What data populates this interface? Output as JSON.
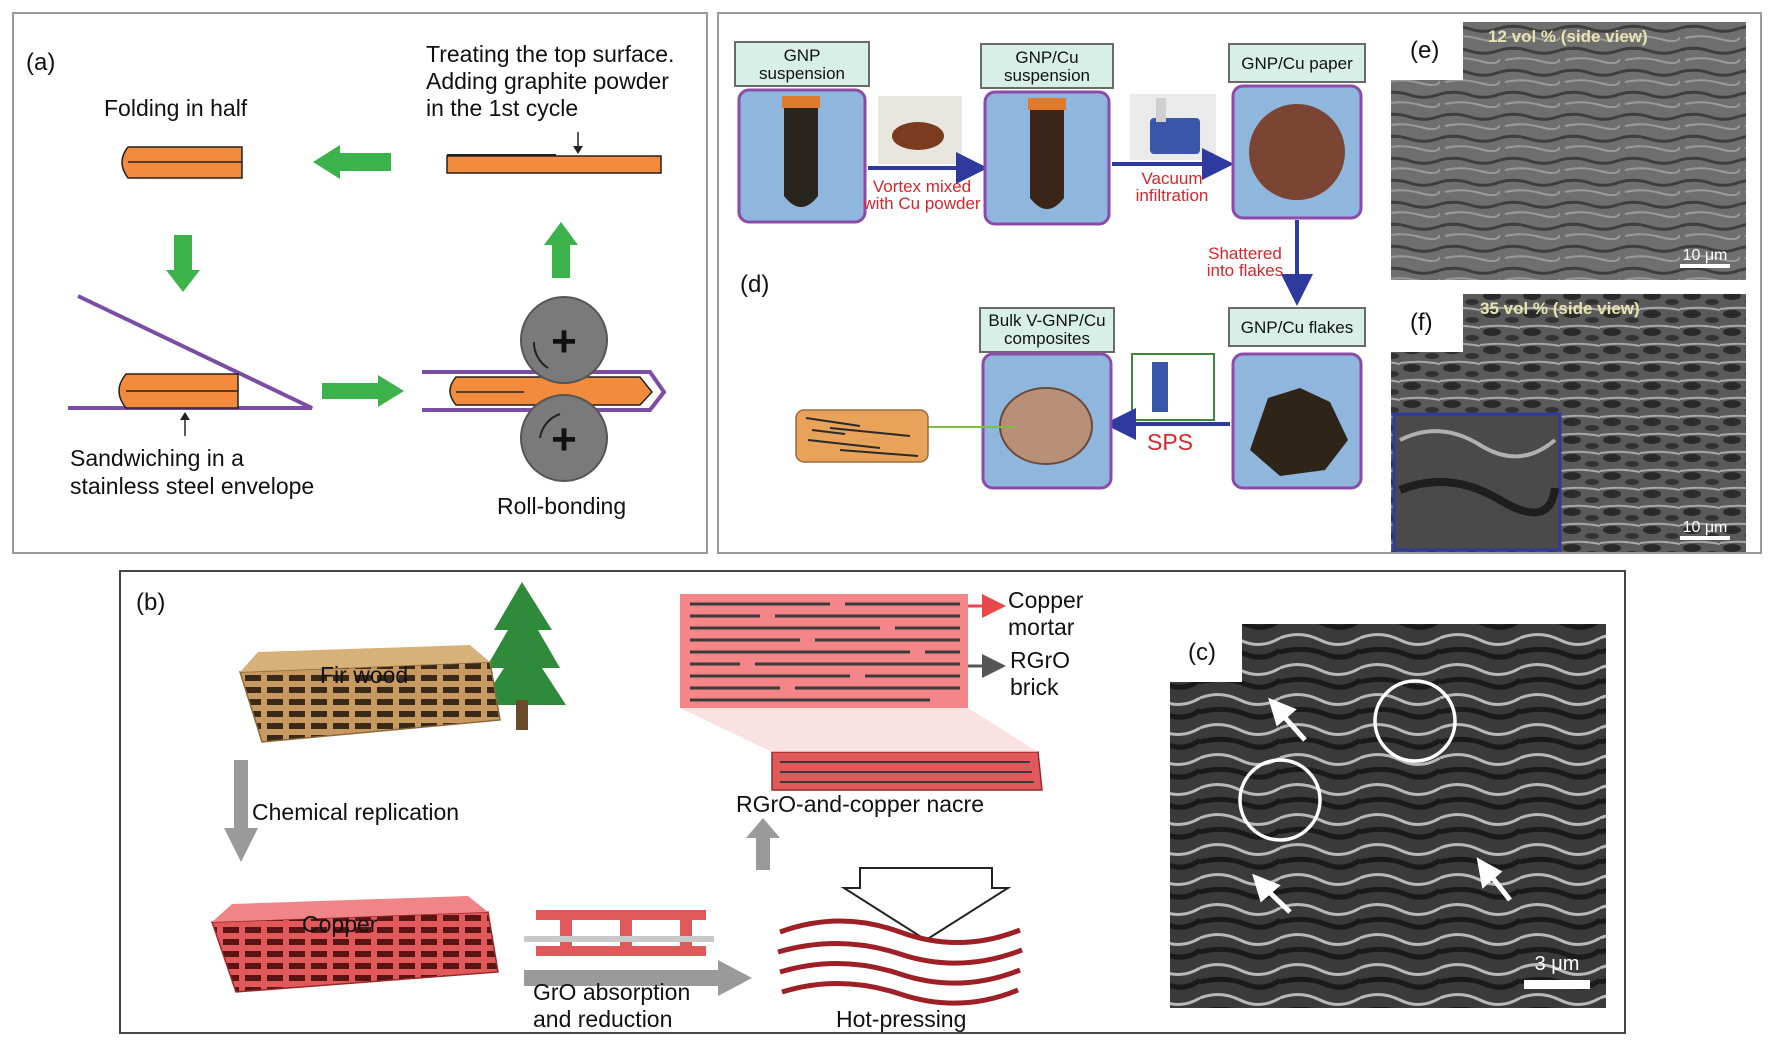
{
  "panel_a": {
    "letter": "(a)",
    "label_treat_1": "Treating the top surface.",
    "label_treat_2": "Adding graphite powder",
    "label_treat_3": "in the 1st cycle",
    "label_fold": "Folding in half",
    "label_sandwich_1": "Sandwiching in a",
    "label_sandwich_2": "stainless steel envelope",
    "label_roll": "Roll-bonding"
  },
  "panel_d": {
    "letter": "(d)",
    "box_gnp_1": "GNP",
    "box_gnp_2": "suspension",
    "box_gnpcu_1": "GNP/Cu",
    "box_gnpcu_2": "suspension",
    "box_paper": "GNP/Cu paper",
    "box_flakes": "GNP/Cu flakes",
    "box_bulk_1": "Bulk V-GNP/Cu",
    "box_bulk_2": "composites",
    "step_vortex_1": "Vortex mixed",
    "step_vortex_2": "with Cu powder",
    "step_vacuum_1": "Vacuum",
    "step_vacuum_2": "infiltration",
    "step_shatter_1": "Shattered",
    "step_shatter_2": "into flakes",
    "step_sps": "SPS"
  },
  "panel_e": {
    "letter": "(e)",
    "title": "12 vol % (side view)",
    "scale": "10 μm"
  },
  "panel_f": {
    "letter": "(f)",
    "title": "35 vol % (side view)",
    "scale": "10 μm"
  },
  "panel_b": {
    "letter": "(b)",
    "label_fir": "Fir wood",
    "label_chem": "Chemical replication",
    "label_copper": "Copper",
    "label_gro_1": "GrO absorption",
    "label_gro_2": "and reduction",
    "label_hot": "Hot-pressing",
    "label_nacre": "RGrO-and-copper nacre",
    "label_mortar_1": "Copper",
    "label_mortar_2": "mortar",
    "label_brick_1": "RGrO",
    "label_brick_2": "brick"
  },
  "panel_c": {
    "letter": "(c)",
    "scale": "3 μm"
  },
  "colors": {
    "green_arrow": "#3cb34a",
    "orange": "#f28c3c",
    "purple": "#7b4ea3",
    "navy_arrow": "#2e3a9e",
    "red_text": "#d9252b",
    "copper_pink": "#f4868a",
    "dark_red": "#9e2027"
  }
}
